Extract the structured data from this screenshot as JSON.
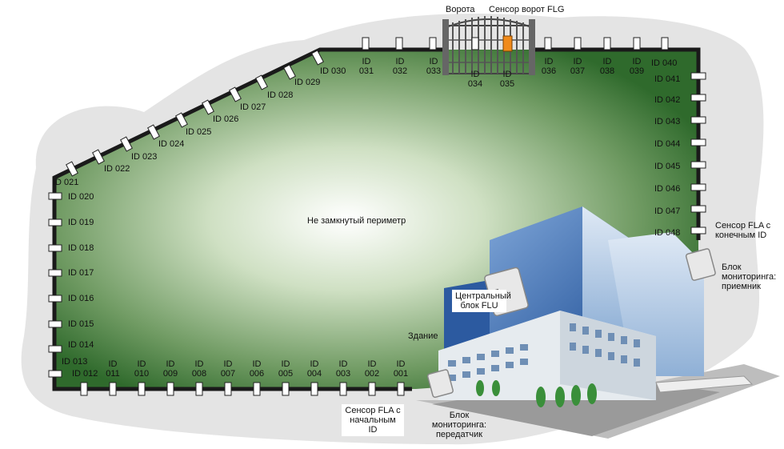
{
  "perimeter": {
    "center_label": "Не замкнутый периметр",
    "ids": {
      "id001": "ID 001",
      "id002": "ID 002",
      "id003": "ID 003",
      "id004": "ID 004",
      "id005": "ID 005",
      "id006": "ID 006",
      "id007": "ID 007",
      "id008": "ID 008",
      "id009": "ID 009",
      "id010": "ID 010",
      "id011": "ID 011",
      "id012": "ID 012",
      "id013": "ID 013",
      "id014": "ID 014",
      "id015": "ID 015",
      "id016": "ID 016",
      "id017": "ID 017",
      "id018": "ID 018",
      "id019": "ID 019",
      "id020": "ID 020",
      "id021": "ID 021",
      "id022": "ID 022",
      "id023": "ID 023",
      "id024": "ID 024",
      "id025": "ID 025",
      "id026": "ID 026",
      "id027": "ID 027",
      "id028": "ID 028",
      "id029": "ID 029",
      "id030": "ID 030",
      "id031": "ID 031",
      "id032": "ID 032",
      "id033": "ID 033",
      "id034": "ID 034",
      "id035": "ID 035",
      "id036": "ID 036",
      "id037": "ID 037",
      "id038": "ID 038",
      "id039": "ID 039",
      "id040": "ID 040",
      "id041": "ID 041",
      "id042": "ID 042",
      "id043": "ID 043",
      "id044": "ID 044",
      "id045": "ID 045",
      "id046": "ID 046",
      "id047": "ID 047",
      "id048": "ID 048"
    }
  },
  "labels": {
    "gate": "Ворота",
    "gate_sensor": "Сенсор ворот FLG",
    "building": "Здание",
    "central_unit": "Центральный блок FLU",
    "sensor_end": "Сенсор FLA с конечным ID",
    "receiver": "Блок мониторинга: приемник",
    "sensor_start": "Сенсор FLA с начальным ID",
    "transmitter": "Блок мониторинга: передатчик"
  },
  "colors": {
    "field_center": "#ffffff",
    "field_edge": "#2f6a2c",
    "fence": "#1a1a1a",
    "sensor": "#ffffff",
    "gate_sensor": "#f08a1a",
    "glass": "#2a5ea8"
  }
}
